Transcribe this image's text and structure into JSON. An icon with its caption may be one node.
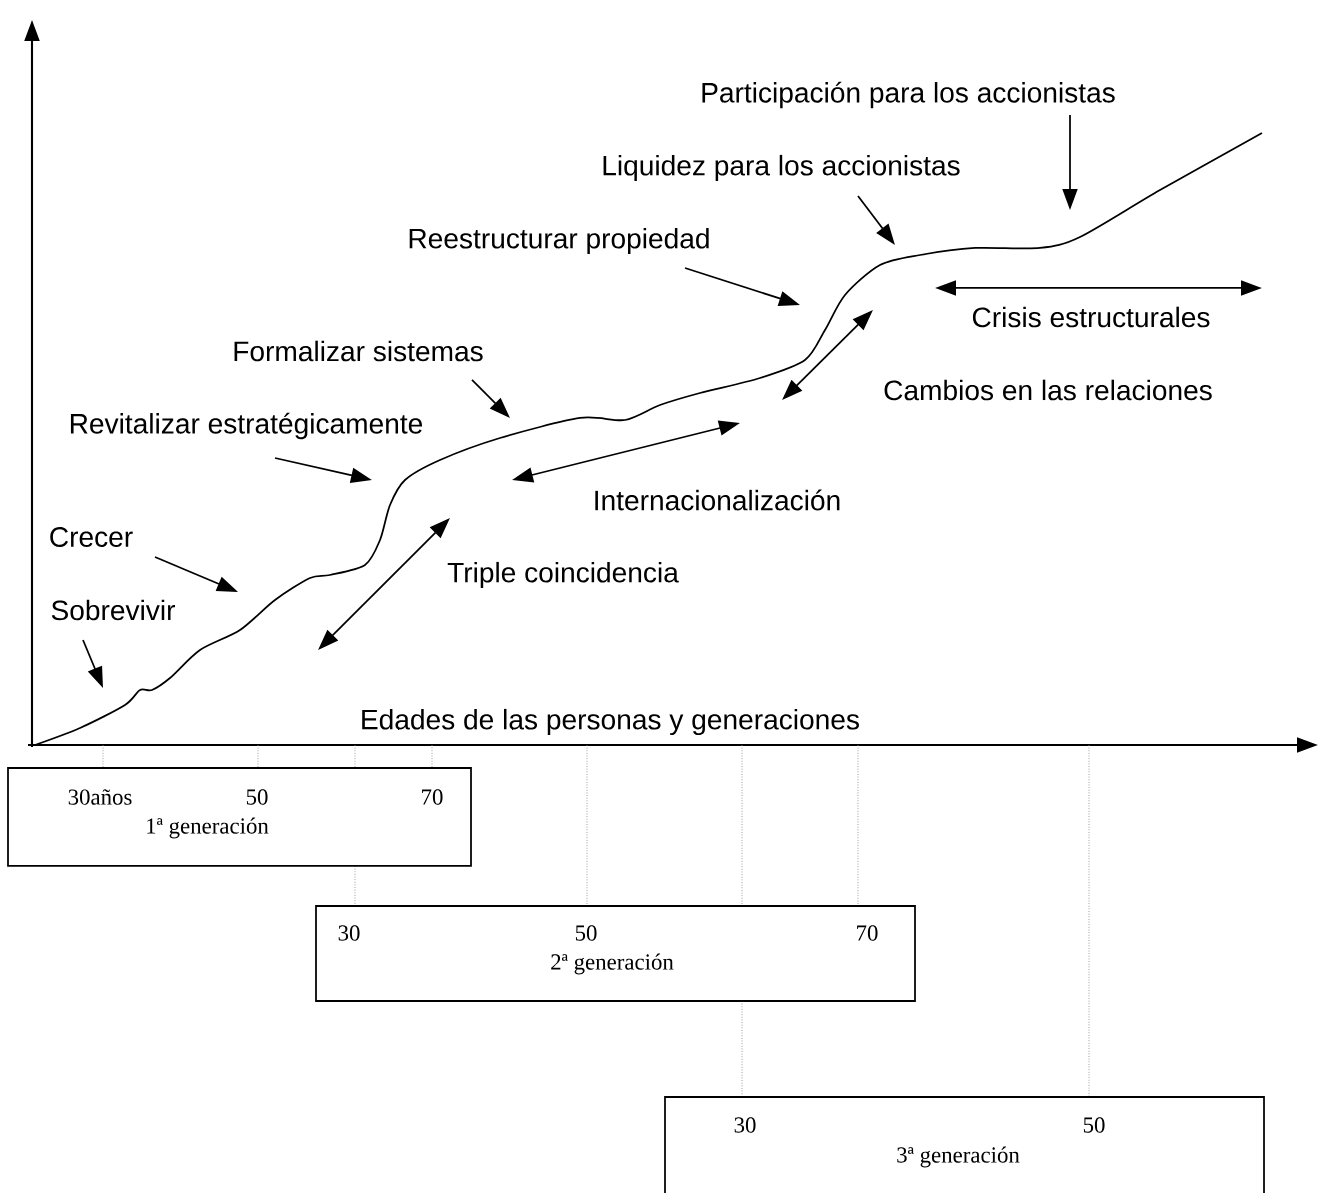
{
  "diagram": {
    "nodes": [
      {
        "text": [
          "Participación para los accionistas"
        ]
      },
      {
        "text": [
          "Liquidez para los accionistas"
        ]
      },
      {
        "text": [
          "Reestructurar propiedad"
        ]
      },
      {
        "text": [
          "Formalizar sistemas"
        ]
      },
      {
        "text": [
          "Revitalizar estratégicamente"
        ]
      },
      {
        "text": [
          "Crecer"
        ]
      },
      {
        "text": [
          "Sobrevivir"
        ]
      },
      {
        "text": [
          "30años",
          "50",
          "70",
          "1ª generación"
        ]
      },
      {
        "text": [
          "30",
          "50",
          "70",
          "2ª generación"
        ]
      },
      {
        "text": [
          "30",
          "50",
          "3ª generación"
        ]
      }
    ],
    "edges": [
      {
        "from": 0,
        "to": null,
        "arrow": "to"
      },
      {
        "from": 1,
        "to": null,
        "arrow": "to"
      },
      {
        "from": 2,
        "to": null,
        "arrow": "to"
      },
      {
        "from": 3,
        "to": null,
        "arrow": "to"
      },
      {
        "from": 4,
        "to": null,
        "arrow": "to"
      },
      {
        "from": 5,
        "to": null,
        "arrow": "to"
      },
      {
        "from": 6,
        "to": null,
        "arrow": "to"
      }
    ],
    "labels": [
      "Crisis estructurales",
      "Cambios en las relaciones",
      "Internacionalización",
      "Triple coincidencia",
      "Edades de las personas y generaciones"
    ]
  }
}
